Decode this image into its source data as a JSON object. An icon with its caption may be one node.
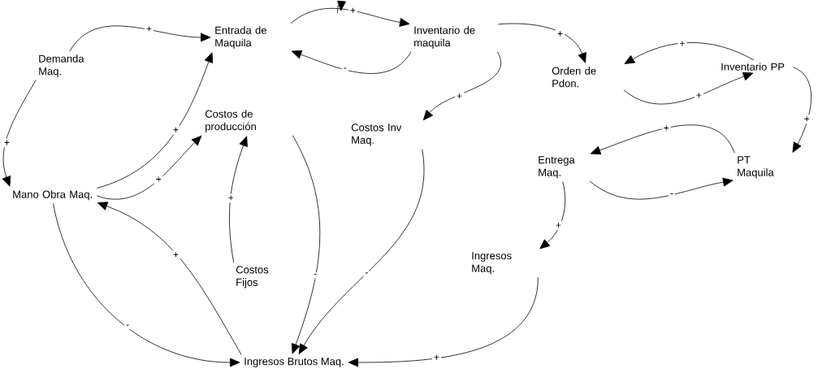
{
  "diagram": {
    "nodes": [
      {
        "text": [
          "Entrada de Maquila"
        ]
      },
      {
        "text": [
          "Inventario de maquila"
        ]
      },
      {
        "text": [
          "Demanda Maq."
        ]
      },
      {
        "text": [
          "Orden de Pdon."
        ]
      },
      {
        "text": [
          "Inventario PP"
        ]
      },
      {
        "text": [
          "Costos de producción"
        ]
      },
      {
        "text": [
          "Costos Inv Maq."
        ]
      },
      {
        "text": [
          "Entrega Maq."
        ]
      },
      {
        "text": [
          "PT Maquila"
        ]
      },
      {
        "text": [
          "Mano Obra Maq."
        ]
      },
      {
        "text": [
          "Costos Fijos"
        ]
      },
      {
        "text": [
          "Ingresos Maq."
        ]
      },
      {
        "text": [
          "Ingresos Brutos Maq."
        ]
      }
    ],
    "edges": [
      {
        "from": 2,
        "to": 0,
        "arrow": "to",
        "label": "+"
      },
      {
        "from": 2,
        "to": 9,
        "arrow": "to",
        "label": "+"
      },
      {
        "from": 9,
        "to": 0,
        "arrow": "to",
        "label": "+"
      },
      {
        "from": 0,
        "to": 1,
        "arrow": "to",
        "label": "+"
      },
      {
        "from": 1,
        "to": 0,
        "arrow": "to",
        "label": "-"
      },
      {
        "from": 1,
        "to": 3,
        "arrow": "to",
        "label": "+"
      },
      {
        "from": 1,
        "to": 6,
        "arrow": "to",
        "label": "+"
      },
      {
        "from": 4,
        "to": 3,
        "arrow": "to",
        "label": "+"
      },
      {
        "from": 3,
        "to": 4,
        "arrow": "to",
        "label": "+"
      },
      {
        "from": 4,
        "to": 8,
        "arrow": "to",
        "label": "+"
      },
      {
        "from": 8,
        "to": 7,
        "arrow": "to",
        "label": "+"
      },
      {
        "from": 7,
        "to": 8,
        "arrow": "to",
        "label": "-"
      },
      {
        "from": 7,
        "to": 11,
        "arrow": "to",
        "label": "+"
      },
      {
        "from": 11,
        "to": 12,
        "arrow": "to",
        "label": "+"
      },
      {
        "from": 6,
        "to": 12,
        "arrow": "to",
        "label": "-"
      },
      {
        "from": 5,
        "to": 12,
        "arrow": "to",
        "label": "-"
      },
      {
        "from": 9,
        "to": 5,
        "arrow": "to",
        "label": "+"
      },
      {
        "from": 10,
        "to": 5,
        "arrow": "to",
        "label": "+"
      },
      {
        "from": 12,
        "to": 9,
        "arrow": "to",
        "label": "+"
      },
      {
        "from": 9,
        "to": 12,
        "arrow": "to",
        "label": "-"
      }
    ]
  }
}
